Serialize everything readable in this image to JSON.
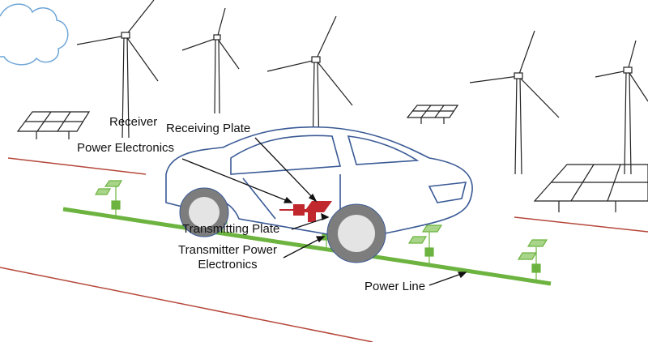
{
  "labels": {
    "receiver_power_electronics": [
      "Receiver",
      "Power Electronics"
    ],
    "receiving_plate": "Receiving Plate",
    "transmitting_plate": "Transmitting Plate",
    "transmitter_power_electronics": [
      "Transmitter Power",
      "Electronics"
    ],
    "power_line": "Power Line"
  },
  "colors": {
    "power_line": "#6cb33f",
    "road_line": "#b5473a",
    "car_outline": "#3a5a95",
    "plate": "#c0282d",
    "panel": "#222222",
    "cloud": "#6fa6d8"
  }
}
